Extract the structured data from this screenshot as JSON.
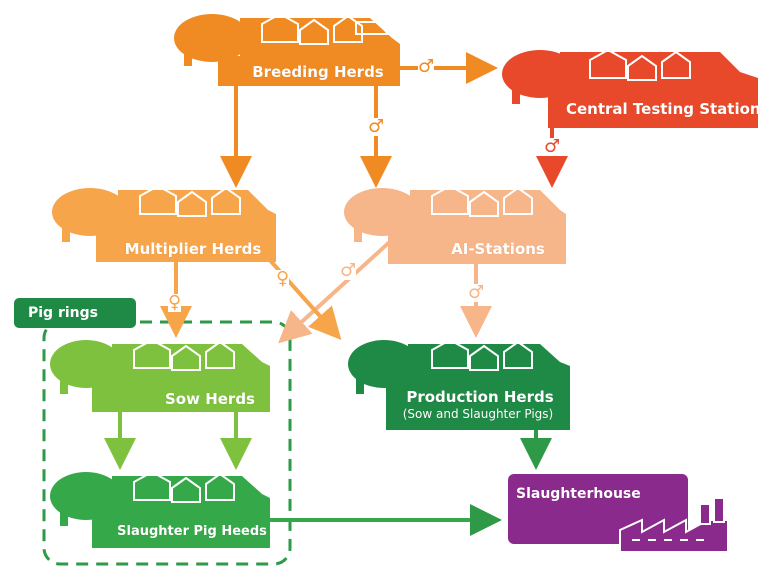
{
  "nodes": {
    "breeding": {
      "label": "Breeding Herds",
      "color": "#f08a22"
    },
    "central": {
      "label": "Central Testing Station",
      "color": "#e8492a"
    },
    "multiplier": {
      "label": "Multiplier Herds",
      "color": "#f7a54b"
    },
    "ai": {
      "label": "AI-Stations",
      "color": "#f7b58a"
    },
    "sow": {
      "label": "Sow Herds",
      "color": "#7ec13e"
    },
    "production": {
      "label": "Production Herds",
      "sublabel": "(Sow and Slaughter Pigs)",
      "color": "#1f8a46"
    },
    "slaughter_pig": {
      "label": "Slaughter Pig Heeds",
      "color": "#35a84a"
    },
    "slaughterhouse": {
      "label": "Slaughterhouse",
      "color": "#8a2a8c"
    }
  },
  "pig_rings": {
    "label": "Pig rings",
    "color": "#1f8a46"
  },
  "symbols": {
    "male": "♂",
    "female": "♀"
  },
  "arrow_colors": {
    "orange": "#f08a22",
    "red": "#e8492a",
    "peach": "#f7b58a",
    "light_orange": "#f7a54b",
    "green": "#7ec13e",
    "dark_green": "#2e9a48"
  }
}
